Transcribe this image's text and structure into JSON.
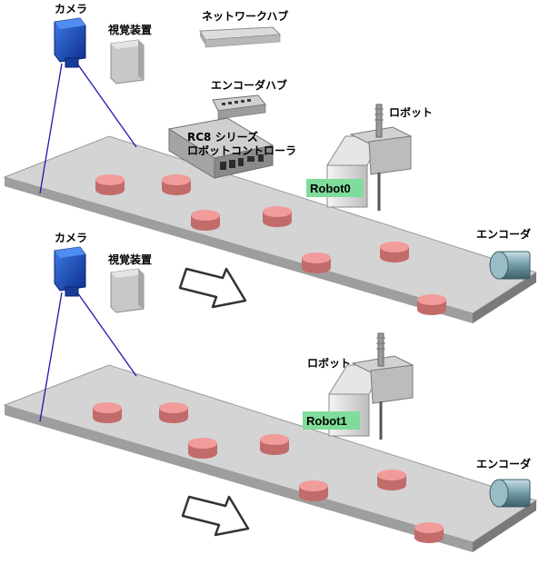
{
  "labels": {
    "camera_top": "カメラ",
    "vision_top": "視覚装置",
    "network_hub": "ネットワークハブ",
    "encoder_hub": "エンコーダハブ",
    "controller_line1": "RC8 シリーズ",
    "controller_line2": "ロボットコントローラ",
    "robot_top": "ロボット",
    "robot0_tag": "Robot0",
    "encoder_top": "エンコーダ",
    "camera_bottom": "カメラ",
    "vision_bottom": "視覚装置",
    "robot_bottom": "ロボット",
    "robot1_tag": "Robot1",
    "encoder_bottom": "エンコーダ"
  },
  "colors": {
    "conveyor_top": "#d4d4d4",
    "conveyor_side": "#8e8e8e",
    "workpiece": "#e88a8a",
    "camera": "#1f4fbf",
    "camera_line": "#1a1ab0",
    "robot_tag": "#7fdc9a",
    "vision_box": "#c8c8c8"
  },
  "icons": [
    "camera-icon",
    "vision-device-icon",
    "network-hub-icon",
    "encoder-hub-icon",
    "robot-controller-icon",
    "scara-robot-icon",
    "encoder-icon",
    "flow-arrow-icon"
  ]
}
